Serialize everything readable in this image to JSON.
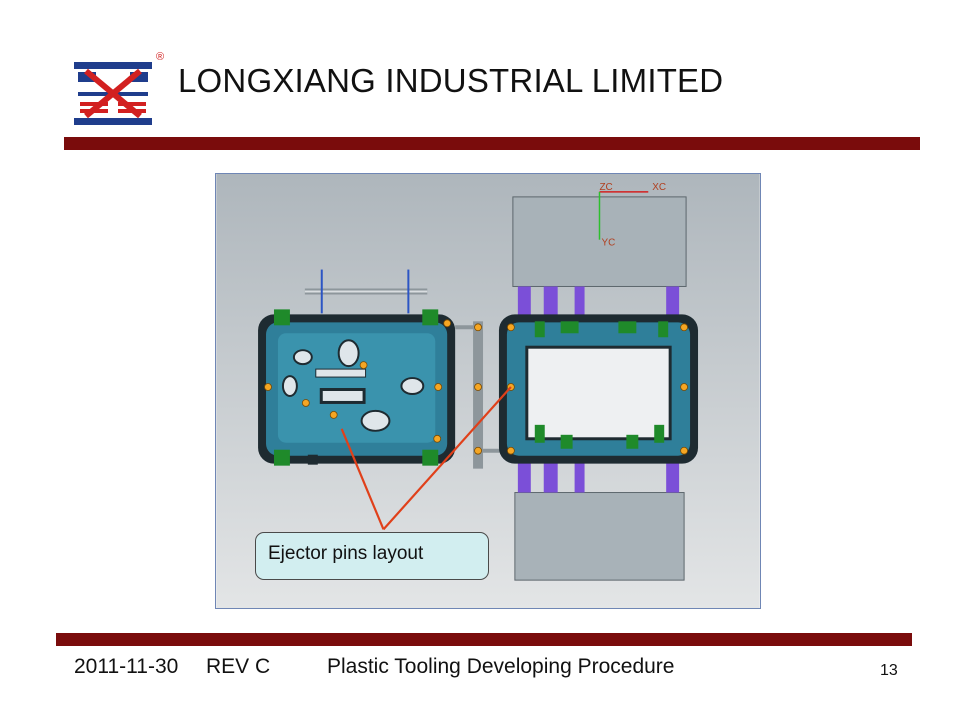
{
  "header": {
    "company_name": "LONGXIANG INDUSTRIAL LIMITED",
    "registered_mark": "®"
  },
  "figure": {
    "axis_labels": {
      "zc": "ZC",
      "xc": "XC",
      "yc": "YC"
    },
    "callout_text": "Ejector pins layout"
  },
  "footer": {
    "date": "2011-11-30",
    "revision": "REV C",
    "document_title": "Plastic Tooling Developing Procedure",
    "page_number": "13"
  },
  "colors": {
    "brand_red": "#7a0c0c",
    "logo_blue": "#1f3d8c",
    "logo_red": "#d22020",
    "cad_background": "#cfd3d6",
    "mold_teal": "#2f7f9a",
    "ejector_pin": "#f5a623",
    "guide_purple": "#7b4fd8",
    "callout_fill": "#d2eef0",
    "leader_line": "#e0401a"
  }
}
